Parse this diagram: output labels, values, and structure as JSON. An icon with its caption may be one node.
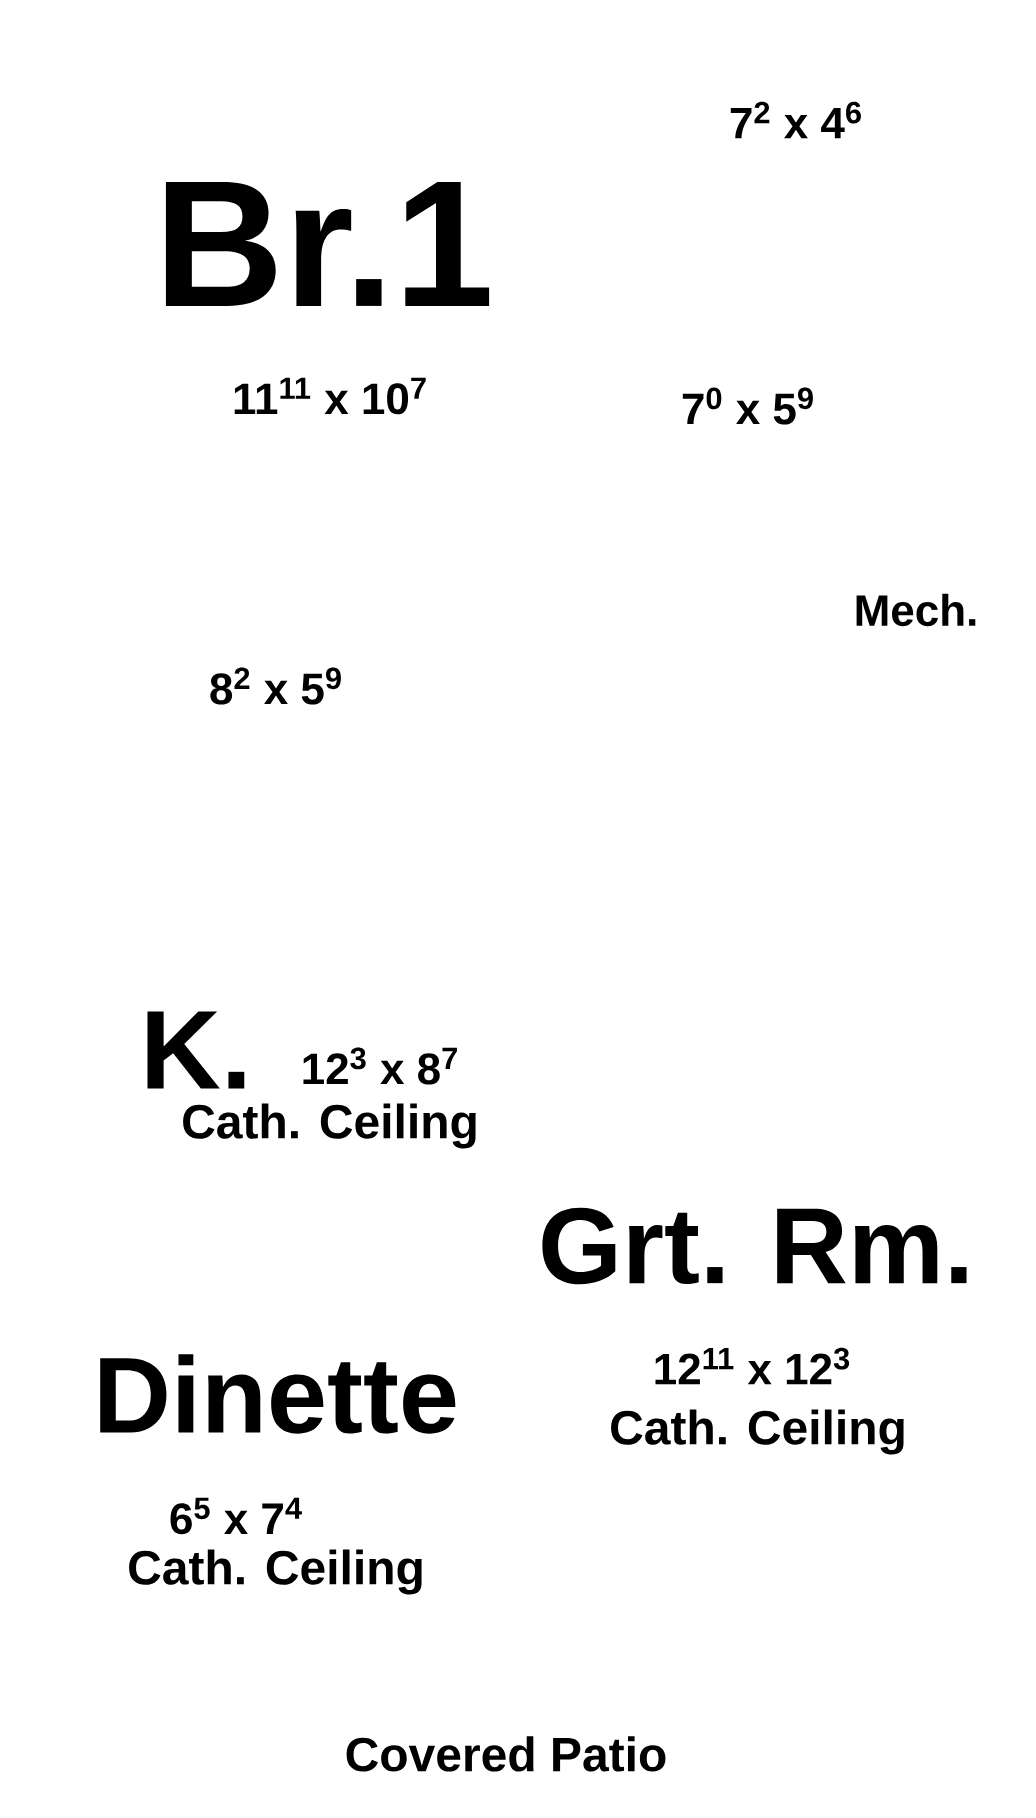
{
  "diagram": {
    "labels": [
      "7$^{2}$ x 4$^{6}$",
      "Br.1",
      "11$^{11}$ x 10$^{7}$",
      "7$^{0}$ x 5$^{9}$",
      "Mech.",
      "8$^{2}$ x 5$^{9}$",
      "K.",
      "12$^{3}$ x 8$^{7}$",
      "Cath. Ceiling",
      "Grt. Rm.",
      "Dinette",
      "12$^{11}$ x 12$^{3}$",
      "Cath. Ceiling",
      "6$^{5}$ x 7$^{4}$",
      "Cath. Ceiling",
      "Covered Patio"
    ]
  }
}
